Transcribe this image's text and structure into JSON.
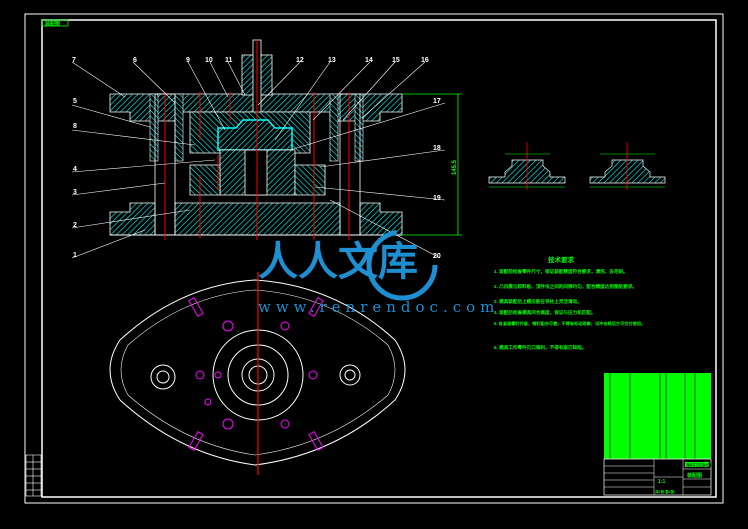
{
  "drawing": {
    "corner_label": "装配图",
    "part_labels_top": [
      "7",
      "6",
      "9",
      "10",
      "11",
      "12",
      "13",
      "14",
      "15",
      "16"
    ],
    "part_labels_right": [
      "17",
      "18",
      "19",
      "20"
    ],
    "part_labels_left": [
      "5",
      "8",
      "4",
      "3",
      "2",
      "1"
    ],
    "height_dimension": "145.5",
    "tech_requirements": {
      "title": "技术要求",
      "items": [
        "1. 装配前检查零件尺寸，保证装配精度符合要求，清洗、去毛刺。",
        "2. 凸凹模与卸料板、顶件块之间的间隙均匀，配合精度达到图纸要求。",
        "3. 模具装配后上模应能在导柱上灵活滑动。",
        "4. 装配后检查模具闭合高度，保证与压力机匹配。",
        "5. 各紧固螺钉拧紧，销钉配合可靠，不得有松动现象；试冲合格后方可交付使用。",
        "6. 模具工作零件刃口锋利，不得有崩刃缺陷。"
      ]
    },
    "title_block": {
      "title": "落料拉深复合模",
      "drawing_no": "装配图",
      "scale": "1:1",
      "sheet": "共1张 第1张"
    },
    "watermark": {
      "brand": "人人文库",
      "url": "www.renrendoc.com"
    },
    "colors": {
      "hatch": "#00ffff",
      "center": "#ff0000",
      "line": "#ffffff",
      "dim": "#00ff00",
      "hole": "#ff00ff",
      "watermark": "#1e8fd0"
    }
  }
}
